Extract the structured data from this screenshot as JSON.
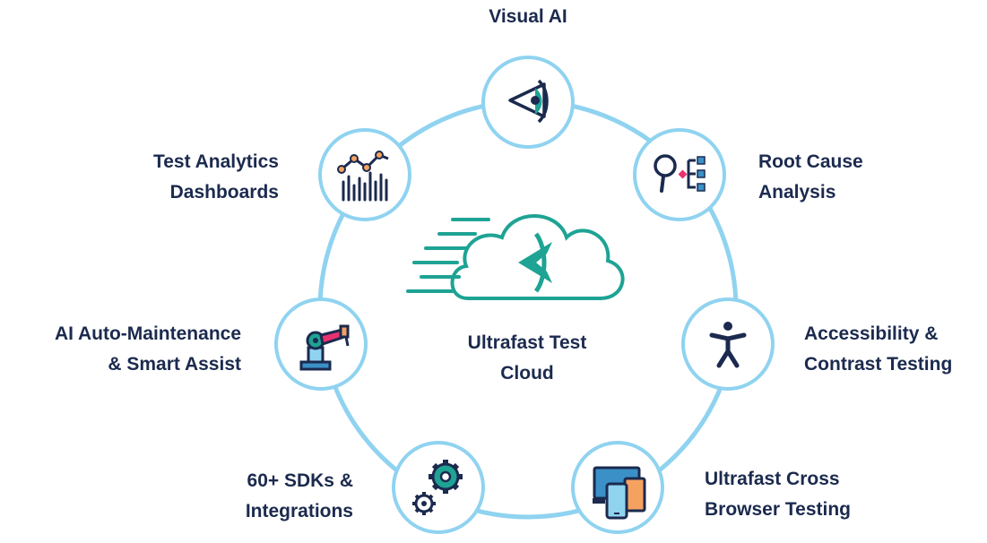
{
  "center": {
    "line1": "Ultrafast Test",
    "line2": "Cloud"
  },
  "nodes": [
    {
      "id": "visual-ai",
      "icon": "eye-icon",
      "label_lines": [
        "Visual AI"
      ]
    },
    {
      "id": "root-cause",
      "icon": "root-cause-analysis-icon",
      "label_lines": [
        "Root Cause",
        "Analysis"
      ]
    },
    {
      "id": "accessibility",
      "icon": "accessibility-icon",
      "label_lines": [
        "Accessibility &",
        "Contrast Testing"
      ]
    },
    {
      "id": "cross-browser",
      "icon": "devices-icon",
      "label_lines": [
        "Ultrafast Cross",
        "Browser Testing"
      ]
    },
    {
      "id": "sdks",
      "icon": "gears-icon",
      "label_lines": [
        "60+ SDKs &",
        "Integrations"
      ]
    },
    {
      "id": "auto-maintenance",
      "icon": "robot-arm-icon",
      "label_lines": [
        "AI Auto-Maintenance",
        "& Smart Assist"
      ]
    },
    {
      "id": "analytics",
      "icon": "analytics-chart-icon",
      "label_lines": [
        "Test Analytics",
        "Dashboards"
      ]
    }
  ],
  "colors": {
    "ring": "#8fd3f0",
    "text": "#1b2a4e",
    "brand": "#1ea394",
    "accent_pink": "#e8316f",
    "accent_orange": "#f5a261",
    "accent_blue": "#3b90c8"
  }
}
